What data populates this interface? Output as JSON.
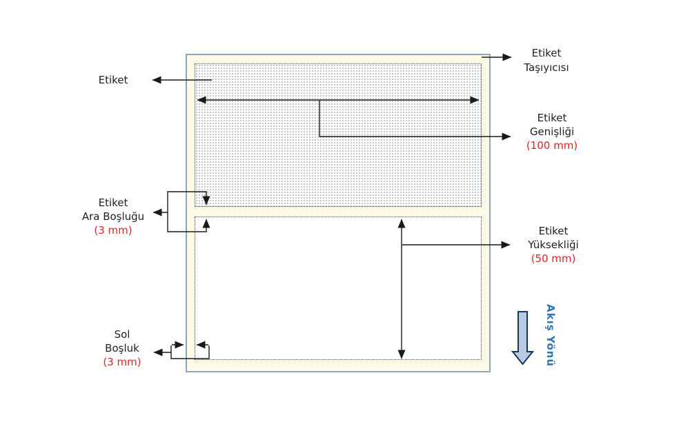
{
  "diagram": {
    "colors": {
      "carrier_fill": "#fdfae8",
      "carrier_border": "#8fa5b8",
      "label_border": "#4d4d4d",
      "dot_color": "#aab4c4",
      "line_color": "#1a1a1a",
      "text_color": "#1f1f1f",
      "value_color": "#d92626",
      "flow_text_color": "#2e75b6",
      "flow_arrow_fill": "#b8cbe3",
      "flow_arrow_stroke": "#17365d"
    },
    "annotations": {
      "label": {
        "text": "Etiket"
      },
      "carrier": {
        "line1": "Etiket",
        "line2": "Taşıyıcısı"
      },
      "width": {
        "line1": "Etiket",
        "line2": "Genişliği",
        "value": "(100 mm)"
      },
      "gap": {
        "line1": "Etiket",
        "line2": "Ara Boşluğu",
        "value": "(3 mm)"
      },
      "height": {
        "line1": "Etiket",
        "line2": "Yüksekliği",
        "value": "(50 mm)"
      },
      "left_margin": {
        "line1": "Sol",
        "line2": "Boşluk",
        "value": "(3 mm)"
      },
      "flow": {
        "text": "Akış Yönü"
      }
    }
  }
}
